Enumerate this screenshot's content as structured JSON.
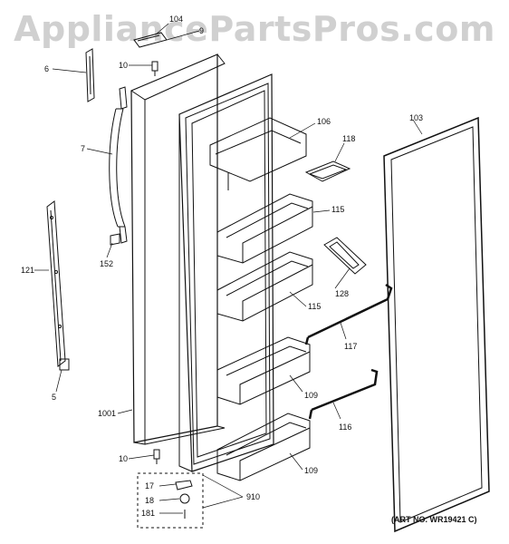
{
  "watermark": "AppliancePartsPros.com",
  "art_number": "(ART NO. WR19421 C)",
  "callouts": [
    {
      "id": "104",
      "label": "104"
    },
    {
      "id": "9",
      "label": "9"
    },
    {
      "id": "6",
      "label": "6"
    },
    {
      "id": "10a",
      "label": "10"
    },
    {
      "id": "7",
      "label": "7"
    },
    {
      "id": "152",
      "label": "152"
    },
    {
      "id": "121",
      "label": "121"
    },
    {
      "id": "5",
      "label": "5"
    },
    {
      "id": "1001",
      "label": "1001"
    },
    {
      "id": "10b",
      "label": "10"
    },
    {
      "id": "17",
      "label": "17"
    },
    {
      "id": "18",
      "label": "18"
    },
    {
      "id": "181",
      "label": "181"
    },
    {
      "id": "910",
      "label": "910"
    },
    {
      "id": "106",
      "label": "106"
    },
    {
      "id": "118",
      "label": "118"
    },
    {
      "id": "103",
      "label": "103"
    },
    {
      "id": "115a",
      "label": "115"
    },
    {
      "id": "128",
      "label": "128"
    },
    {
      "id": "115b",
      "label": "115"
    },
    {
      "id": "117",
      "label": "117"
    },
    {
      "id": "109a",
      "label": "109"
    },
    {
      "id": "116",
      "label": "116"
    },
    {
      "id": "109b",
      "label": "109"
    }
  ]
}
